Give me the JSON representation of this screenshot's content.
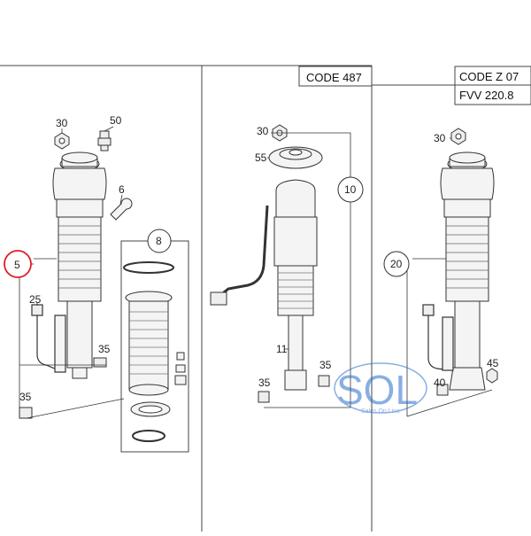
{
  "codes": {
    "middle": "CODE 487",
    "right_top": "CODE Z 07",
    "right_bottom": "FVV 220.8"
  },
  "callouts": {
    "p30a": "30",
    "p50": "50",
    "p6": "6",
    "p8": "8",
    "p5": "5",
    "p25": "25",
    "p35a": "35",
    "p35b": "35",
    "p30b": "30",
    "p55": "55",
    "p10": "10",
    "p11": "11",
    "p35c": "35",
    "p35d": "35",
    "p30c": "30",
    "p20": "20",
    "p40": "40",
    "p45": "45"
  },
  "watermark": {
    "logo": "SOL",
    "tagline": "Sales On Line"
  },
  "colors": {
    "line": "#333333",
    "highlight": "#d9202a",
    "logo_blue": "#2a6fc9"
  }
}
